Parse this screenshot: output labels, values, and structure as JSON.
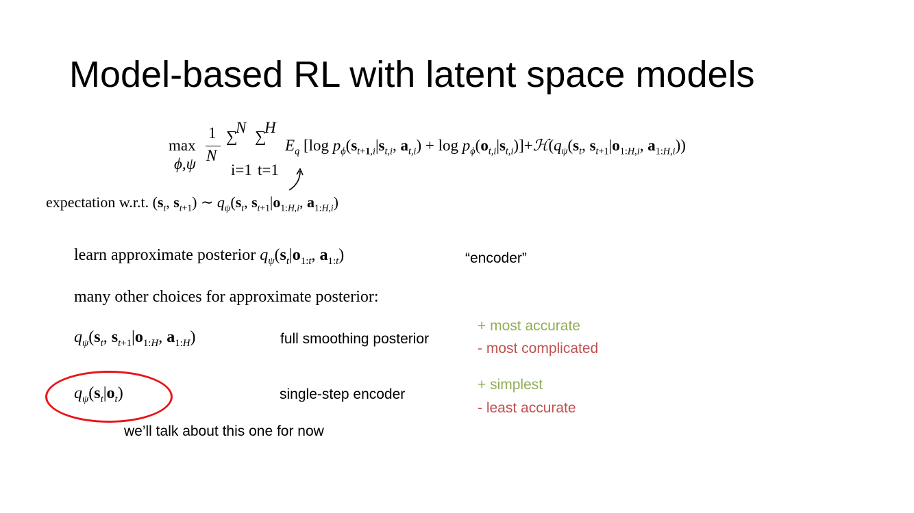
{
  "title": "Model-based RL with latent space models",
  "objective": {
    "max": "max",
    "max_sub": "ϕ,ψ",
    "frac_num": "1",
    "frac_den": "N",
    "sum1_top": "N",
    "sum1_bottom": "i=1",
    "sum2_top": "H",
    "sum2_bottom": "t=1",
    "sum_symbol": "∑"
  },
  "expectation_note": {
    "prefix": "expectation w.r.t."
  },
  "learn_posterior": {
    "text": "learn approximate posterior",
    "label": "“encoder”"
  },
  "choices_heading": "many other choices for approximate posterior:",
  "options": [
    {
      "description": "full smoothing posterior",
      "pro": "+ most accurate",
      "con": "- most complicated"
    },
    {
      "description": "single-step encoder",
      "pro": "+ simplest",
      "con": "- least accurate"
    }
  ],
  "footnote": "we’ll talk about this one for now",
  "colors": {
    "pro": "#8fae55",
    "con": "#c0504d",
    "highlight_circle": "#e8141a",
    "arrow": "#000000"
  }
}
